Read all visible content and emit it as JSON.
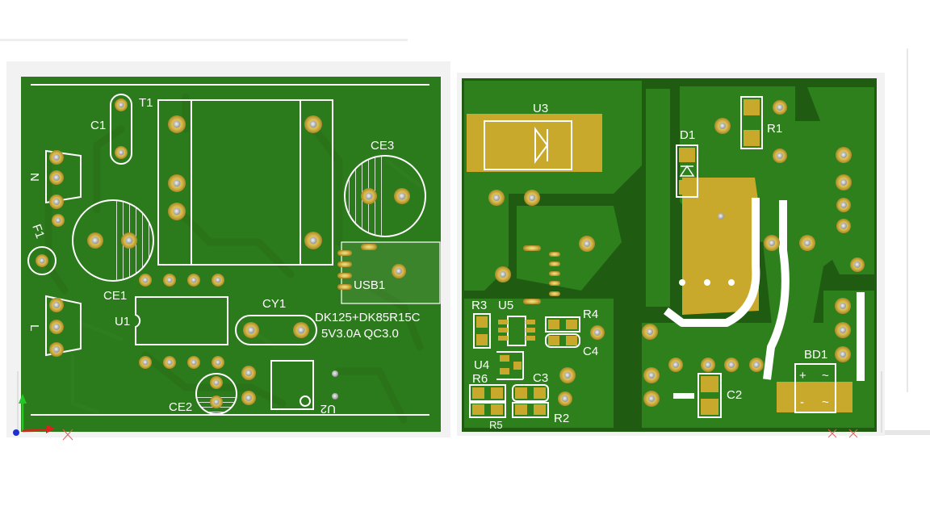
{
  "left_board": {
    "designators": {
      "C1": "C1",
      "T1": "T1",
      "N": "N",
      "F1": "F1",
      "CE1": "CE1",
      "L": "L",
      "U1": "U1",
      "CE2": "CE2",
      "CY1": "CY1",
      "USB1": "USB1",
      "CE3": "CE3",
      "U2": "U2"
    },
    "note_line1": "DK125+DK85R15C",
    "note_line2": "5V3.0A  QC3.0"
  },
  "right_board": {
    "designators": {
      "U3": "U3",
      "D1": "D1",
      "R1": "R1",
      "R3": "R3",
      "U5": "U5",
      "R4": "R4",
      "C4": "C4",
      "U4": "U4",
      "R6": "R6",
      "C3": "C3",
      "R5": "R5",
      "R2": "R2",
      "C2": "C2",
      "BD1": "BD1"
    },
    "bd1_plus": "+",
    "bd1_minus": "-",
    "bd1_ac1": "~",
    "bd1_ac2": "~"
  },
  "colors": {
    "board_green": "#2b7a1b",
    "dark_green": "#1f5c12",
    "copper_gold": "#c9a92c",
    "silkscreen": "#ffffff"
  },
  "icons": {
    "axis_gizmo_left": "axis-gizmo-icon",
    "axis_gizmo_right": "axis-gizmo-icon"
  }
}
